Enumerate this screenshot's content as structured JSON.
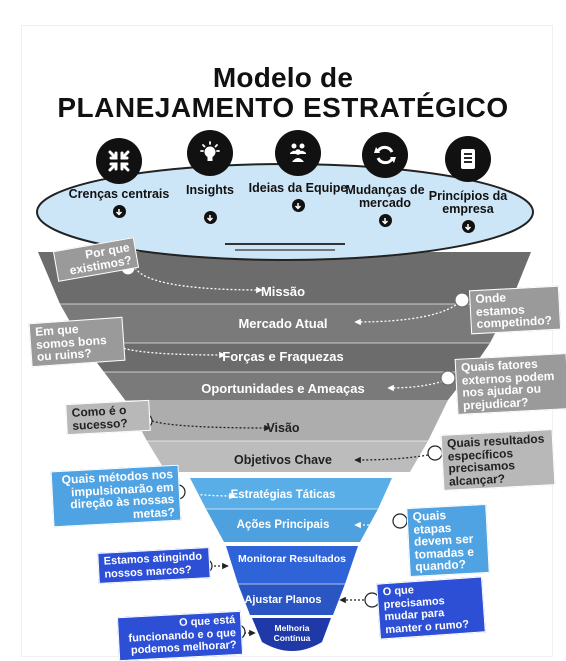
{
  "title": {
    "line1": "Modelo de",
    "line2": "PLANEJAMENTO ESTRATÉGICO"
  },
  "inputs": [
    {
      "icon": "compress-arrows-icon",
      "label": "Crenças centrais"
    },
    {
      "icon": "lightbulb-icon",
      "label": "Insights"
    },
    {
      "icon": "team-icon",
      "label": "Ideias da Equipe"
    },
    {
      "icon": "refresh-icon",
      "label": "Mudanças de mercado"
    },
    {
      "icon": "document-list-icon",
      "label": "Princípios da empresa"
    }
  ],
  "tiers": [
    {
      "label": "Missão",
      "question": "Por que existimos?"
    },
    {
      "label": "Mercado Atual",
      "question": "Onde estamos competindo?"
    },
    {
      "label": "Forças e Fraquezas",
      "question": "Em que somos bons ou ruins?"
    },
    {
      "label": "Oportunidades e Ameaças",
      "question": "Quais fatores externos podem nos ajudar ou prejudicar?"
    },
    {
      "label": "Visão",
      "question": "Como é o sucesso?"
    },
    {
      "label": "Objetivos Chave",
      "question": "Quais resultados específicos precisamos alcançar?"
    },
    {
      "label": "Estratégias Táticas",
      "question": "Quais métodos nos impulsionarão em direção às nossas metas?"
    },
    {
      "label": "Ações Principais",
      "question": "Quais etapas devem ser tomadas e quando?"
    },
    {
      "label": "Monitorar Resultados",
      "question": "Estamos atingindo nossos marcos?"
    },
    {
      "label": "Ajustar Planos",
      "question": "O que precisamos mudar para manter o rumo?"
    },
    {
      "label": "Melhoria Contínua",
      "question": "O que está funcionando e o que podemos melhorar?"
    }
  ],
  "colors": {
    "dark_gray": "#6f6f6f",
    "mid_gray": "#8a8a8a",
    "light_gray": "#b5b5b5",
    "light_blue": "#5aaee8",
    "blue": "#2f63d8",
    "navy": "#1f3aa8",
    "rim": "#cde6f7"
  }
}
